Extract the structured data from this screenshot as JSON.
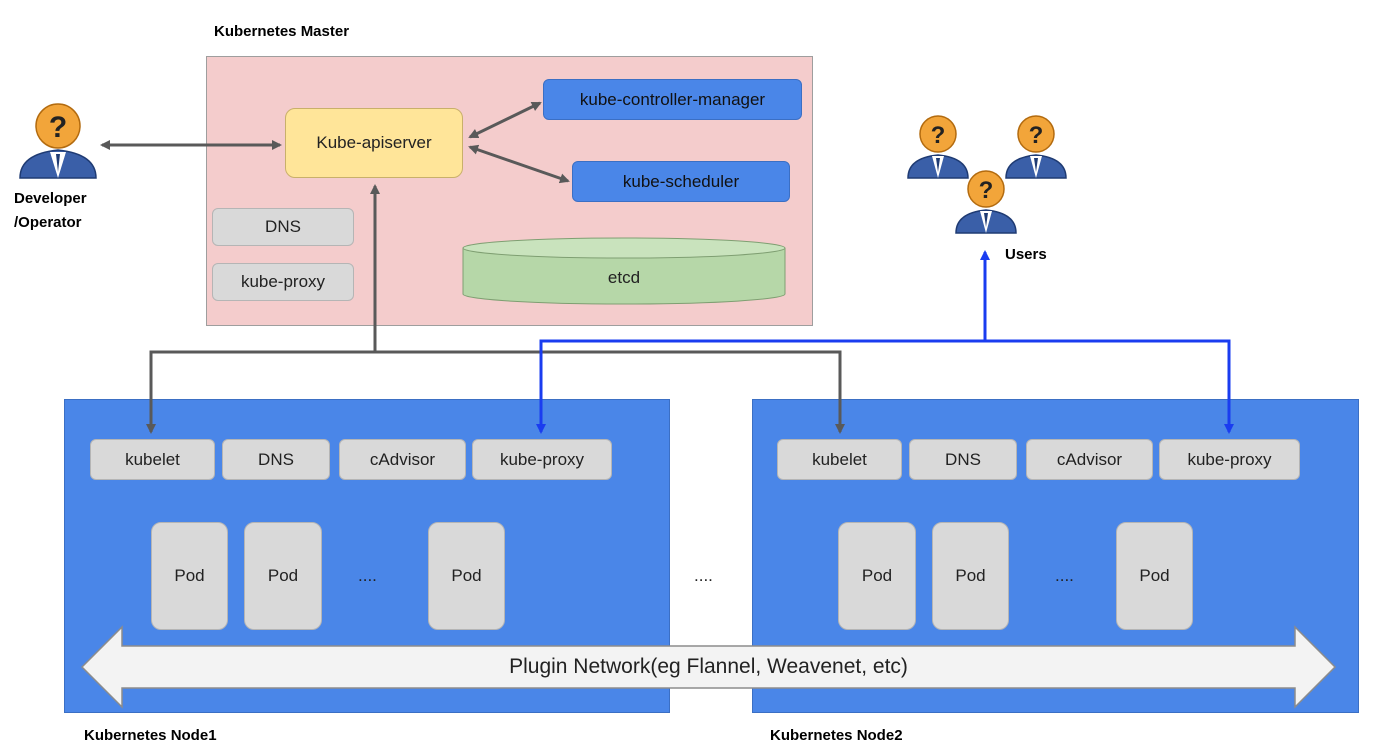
{
  "master": {
    "title": "Kubernetes Master",
    "apiserver": "Kube-apiserver",
    "controller_manager": "kube-controller-manager",
    "scheduler": "kube-scheduler",
    "dns": "DNS",
    "kube_proxy": "kube-proxy",
    "etcd": "etcd"
  },
  "developer": {
    "label_line1": "Developer",
    "label_line2": "/Operator",
    "icon": "user-question-icon"
  },
  "users": {
    "label": "Users",
    "icon": "user-question-icon"
  },
  "node1": {
    "title": "Kubernetes Node1",
    "services": [
      "kubelet",
      "DNS",
      "cAdvisor",
      "kube-proxy"
    ],
    "pods": [
      "Pod",
      "Pod",
      "Pod"
    ],
    "ellipsis": "...."
  },
  "node2": {
    "title": "Kubernetes Node2",
    "services": [
      "kubelet",
      "DNS",
      "cAdvisor",
      "kube-proxy"
    ],
    "pods": [
      "Pod",
      "Pod",
      "Pod"
    ],
    "ellipsis": "...."
  },
  "between_nodes": "....",
  "network": "Plugin Network(eg Flannel, Weavenet, etc)",
  "colors": {
    "master_bg": "#f4cccc",
    "node_bg": "#4a86e8",
    "apiserver_bg": "#ffe599",
    "etcd_bg": "#b6d7a8",
    "gray_arrow": "#595959",
    "blue_arrow": "#1a3cf0"
  }
}
